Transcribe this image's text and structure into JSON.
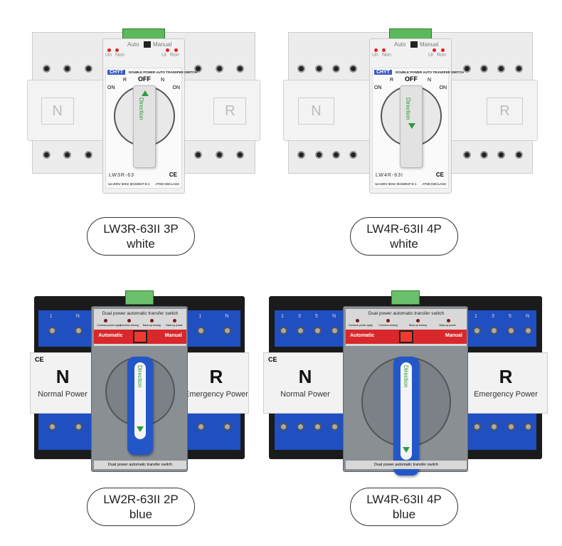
{
  "products": [
    {
      "type": "white",
      "poles": 3,
      "model": "LW3R-63II 3P",
      "variant": "white",
      "top_labels": {
        "auto": "Auto",
        "manual": "Manual",
        "un": "Un",
        "non": "Non",
        "ur": "Ur",
        "ron": "Ron"
      },
      "brand": "CHYT",
      "title": "DOUBLE POWER AUTO TRANSFER SWITCH",
      "off": "OFF",
      "r": "R",
      "n": "N",
      "on_left": "ON",
      "on_right": "ON",
      "direction": "Direction",
      "front_model": "LW3R-63",
      "ce": "CE",
      "spec": "Ue:400V 50Hz IEC60947-6-1",
      "atse": "ATSE:CBCLASS",
      "side_left": "N",
      "side_right": "R"
    },
    {
      "type": "white",
      "poles": 4,
      "model": "LW4R-63II 4P",
      "variant": "white",
      "top_labels": {
        "auto": "Auto",
        "manual": "Manual",
        "un": "Un",
        "non": "Non",
        "ur": "Ur",
        "ron": "Ron"
      },
      "brand": "CHYT",
      "title": "DOUBLE POWER AUTO TRANSFER SWITCH",
      "off": "OFF",
      "r": "R",
      "n": "N",
      "on_left": "ON",
      "on_right": "ON",
      "direction": "Direction",
      "front_model": "LW4R-63I",
      "ce": "CE",
      "spec": "Ue:400V 50Hz IEC60947-6-1",
      "atse": "ATSE:CBCLASS",
      "side_left": "N",
      "side_right": "R"
    },
    {
      "type": "blue",
      "poles": 2,
      "model": "LW2R-63II 2P",
      "variant": "blue",
      "title": "Dual power automatic transfer switch",
      "indicators": [
        "Common power apply",
        "Common closing",
        "Back-up closing",
        "Back-up power"
      ],
      "automatic": "Automatic",
      "manual": "Manual",
      "direction": "Direction",
      "ce": "CE",
      "left_letter": "N",
      "left_text": "Normal Power",
      "right_letter": "R",
      "right_text": "Emergency Power",
      "terminals": [
        "1",
        "N"
      ],
      "bottom_title": "Dual power automatic transfer switch"
    },
    {
      "type": "blue",
      "poles": 4,
      "model": "LW4R-63II 4P",
      "variant": "blue",
      "title": "Dual power automatic transfer switch",
      "indicators": [
        "Common power apply",
        "Common closing",
        "Back-up closing",
        "Back-up power"
      ],
      "automatic": "Automatic",
      "manual": "Manual",
      "direction": "Direction",
      "ce": "CE",
      "left_letter": "N",
      "left_text": "Normal Power",
      "right_letter": "R",
      "right_text": "Emergency Power",
      "terminals": [
        "1",
        "3",
        "5",
        "N"
      ],
      "bottom_title": "Dual power automatic transfer switch"
    }
  ],
  "colors": {
    "blue": "#1f4fc0",
    "green": "#2e9b3e",
    "red": "#d8282c"
  }
}
